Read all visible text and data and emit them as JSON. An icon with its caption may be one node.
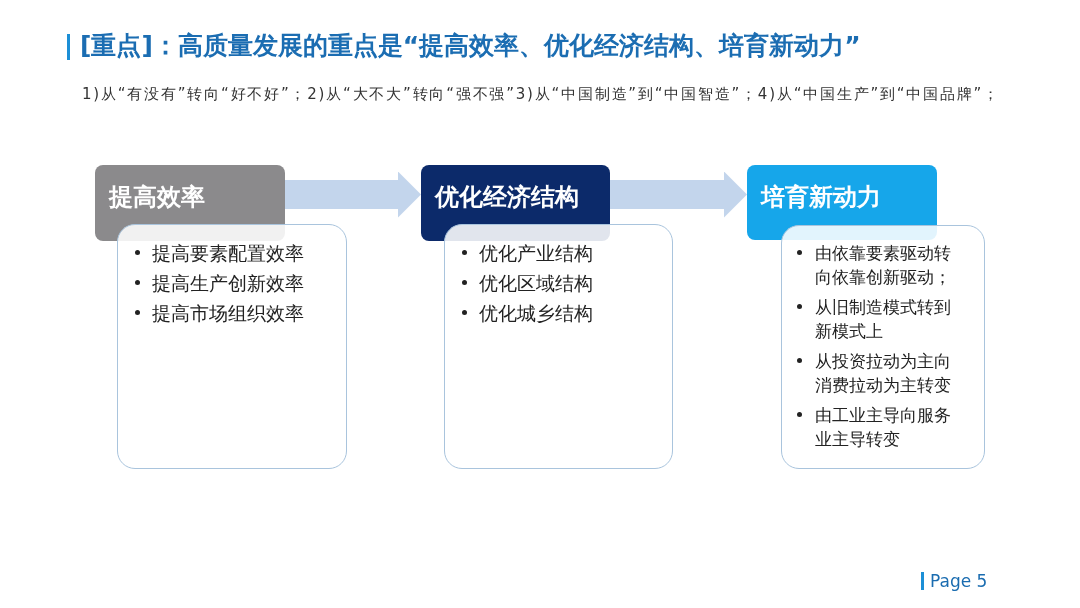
{
  "diagram": {
    "title": "[重点]：高质量发展的重点是“提高效率、优化经济结构、培育新动力”",
    "nodes": [
      {
        "text": [
          "提高效率"
        ]
      },
      {
        "text": [
          "提高要素配置效率",
          "提高生产创新效率",
          "提高市场组织效率"
        ]
      },
      {
        "text": [
          "优化经济结构"
        ]
      },
      {
        "text": [
          "优化产业结构",
          "优化区域结构",
          "优化城乡结构"
        ]
      },
      {
        "text": [
          "培育新动力"
        ]
      },
      {
        "text": [
          "由依靠要素驱动转向依靠创新驱动；",
          "从旧制造模式转到新模式上",
          "从投资拉动为主向消费拉动为主转变",
          "由工业主导向服务业主导转变"
        ]
      }
    ],
    "edges": [
      {
        "from": 0,
        "to": 2,
        "arrow": "to"
      },
      {
        "from": 2,
        "to": 4,
        "arrow": "to"
      }
    ],
    "labels": [
      "1)从“有没有”转向“好不好”；2)从“大不大”转向“强不强”3)从“中国制造”到“中国智造”；4)从“中国生产”到“中国品牌”；",
      "Page 5"
    ]
  }
}
